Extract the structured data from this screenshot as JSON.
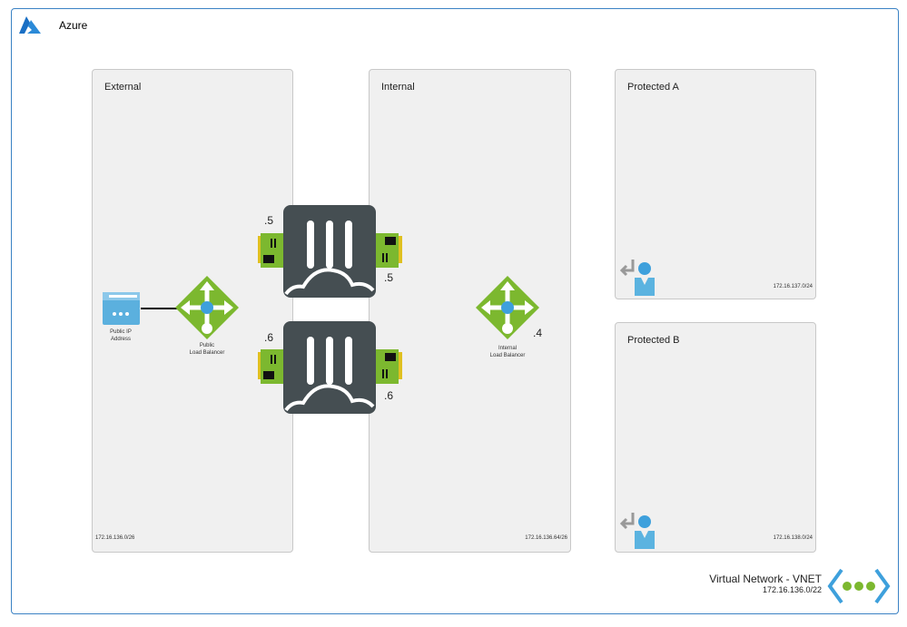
{
  "title": "Azure",
  "subnets": [
    {
      "name": "External",
      "cidr": "172.16.136.0/26"
    },
    {
      "name": "Internal",
      "cidr": "172.16.136.64/26"
    },
    {
      "name": "Protected A",
      "cidr": "172.16.137.0/24"
    },
    {
      "name": "Protected B",
      "cidr": "172.16.138.0/24"
    }
  ],
  "public_ip": {
    "line1": "Public IP",
    "line2": "Address"
  },
  "public_lb": {
    "line1": "Public",
    "line2": "Load Balancer"
  },
  "internal_lb": {
    "line1": "Internal",
    "line2": "Load Balancer",
    "ip": ".4"
  },
  "fw1": {
    "ext_ip": ".5",
    "int_ip": ".5"
  },
  "fw2": {
    "ext_ip": ".6",
    "int_ip": ".6"
  },
  "vnet": {
    "label": "Virtual Network - VNET",
    "cidr": "172.16.136.0/22"
  },
  "colors": {
    "frame": "#3b82c4",
    "lb": "#7cb82f",
    "fw": "#454e52",
    "azure": "#0a6cc4"
  }
}
